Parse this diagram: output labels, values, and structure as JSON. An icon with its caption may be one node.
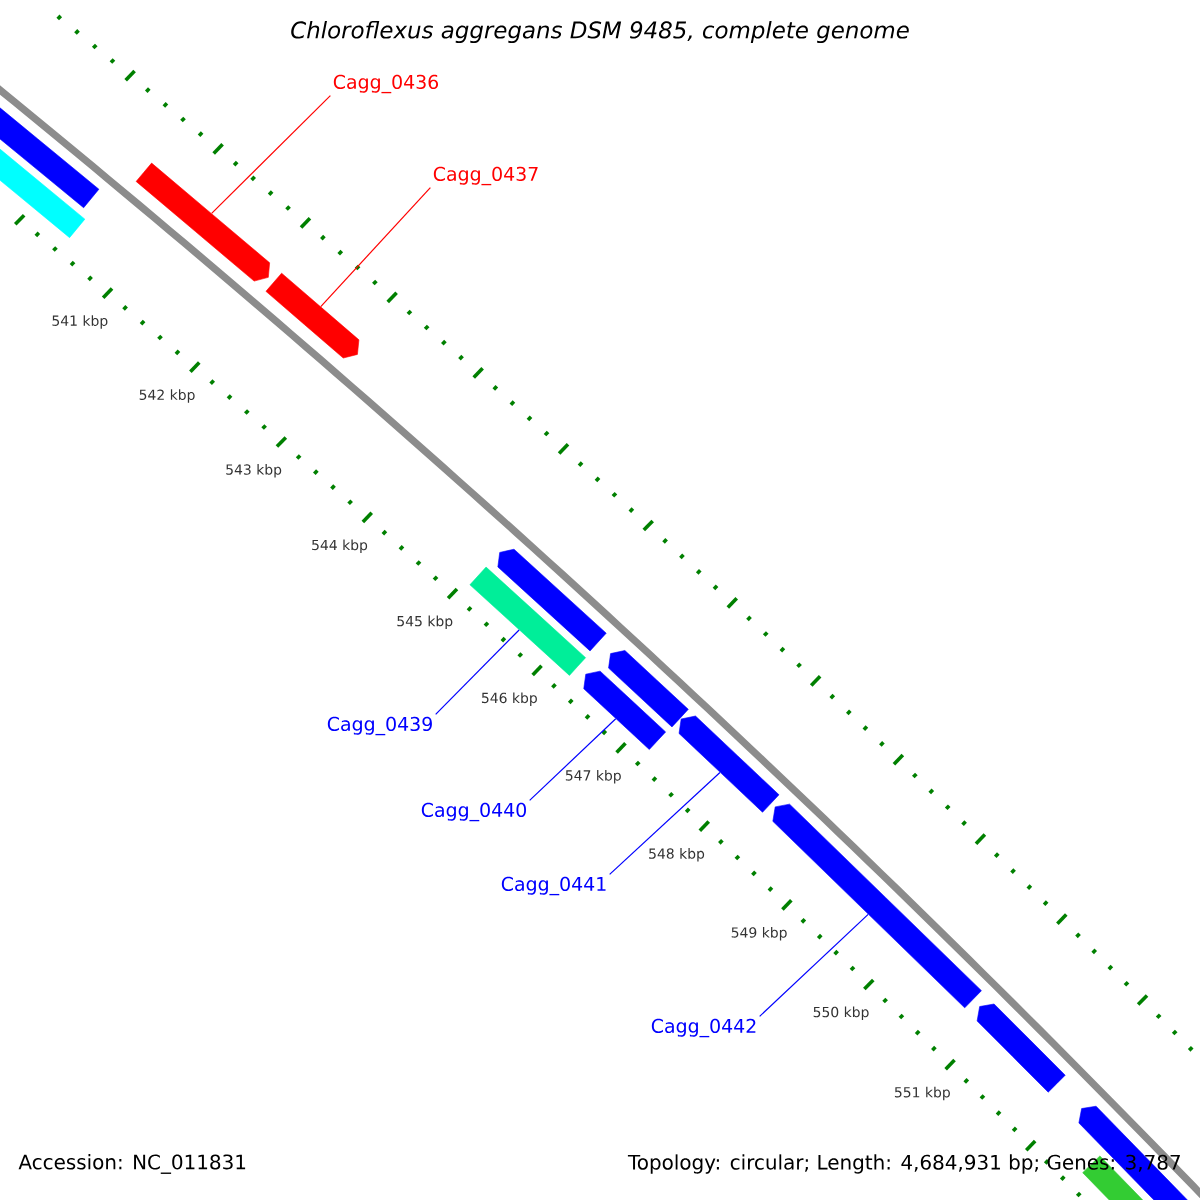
{
  "diagram": {
    "title": "Chloroflexus aggregans DSM 9485, complete genome",
    "nodes": [
      {
        "text": [
          "Cagg_0436"
        ]
      },
      {
        "text": [
          "Cagg_0437"
        ]
      },
      {
        "text": [
          "Cagg_0439"
        ]
      },
      {
        "text": [
          "Cagg_0440"
        ]
      },
      {
        "text": [
          "Cagg_0441"
        ]
      },
      {
        "text": [
          "Cagg_0442"
        ]
      },
      {
        "text": [],
        "shape": "bar"
      },
      {
        "text": [],
        "shape": "bar"
      },
      {
        "text": [],
        "shape": "bar"
      },
      {
        "text": [],
        "shape": "bar"
      },
      {
        "text": [],
        "shape": "bar"
      },
      {
        "text": [],
        "shape": "bar"
      },
      {
        "text": [],
        "shape": "bar"
      },
      {
        "text": [],
        "shape": "bar"
      },
      {
        "text": [],
        "shape": "bar"
      },
      {
        "text": [],
        "shape": "bar"
      },
      {
        "text": [],
        "shape": "bar"
      },
      {
        "text": [],
        "shape": "bar"
      },
      {
        "text": [],
        "shape": "bar"
      }
    ],
    "edges": [
      {
        "from": 0,
        "to": 8,
        "arrow": "none",
        "color": "#ff0000"
      },
      {
        "from": 1,
        "to": 9,
        "arrow": "none",
        "color": "#ff0000"
      },
      {
        "from": 2,
        "to": 11,
        "arrow": "none"
      },
      {
        "from": 3,
        "to": 12,
        "arrow": "none"
      },
      {
        "from": 4,
        "to": 14,
        "arrow": "none"
      },
      {
        "from": 5,
        "to": 15,
        "arrow": "none"
      }
    ],
    "labels": [
      "541 kbp",
      "542 kbp",
      "543 kbp",
      "544 kbp",
      "545 kbp",
      "546 kbp",
      "547 kbp",
      "548 kbp",
      "549 kbp",
      "550 kbp",
      "551 kbp",
      "Accession: NC_011831",
      "Topology: circular; Length: 4,684,931 bp; Genes: 3,787"
    ]
  }
}
